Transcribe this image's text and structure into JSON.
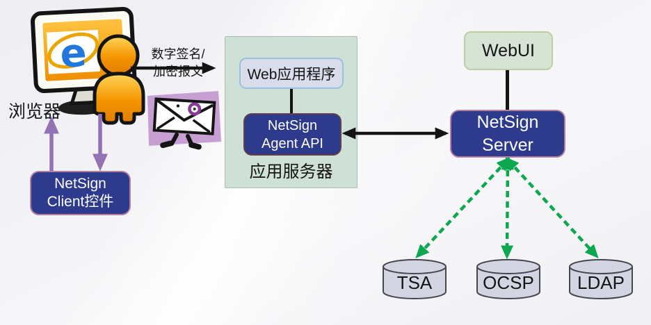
{
  "labels": {
    "browser": "浏览器",
    "flow_line1": "数字签名/",
    "flow_line2": "加密报文",
    "client_line1": "NetSign",
    "client_line2": "Client控件",
    "webapp": "Web应用程序",
    "agent_line1": "NetSign",
    "agent_line2": "Agent API",
    "app_server": "应用服务器",
    "webui": "WebUI",
    "server_line1": "NetSign",
    "server_line2": "Server"
  },
  "databases": [
    "TSA",
    "OCSP",
    "LDAP"
  ],
  "icons": {
    "monitor": "ie-browser-monitor-icon",
    "user": "user-person-icon",
    "message": "walking-envelope-icon",
    "database": "database-cylinder-icon"
  },
  "palette": {
    "node_navy": "#2e3b8c",
    "node_border_pink": "#b5809f",
    "agent_border_maroon": "#634049",
    "container_green": "#cfe0d6",
    "webapp_lavender": "#d9dcea",
    "webui_green": "#d7e3d5",
    "cylinder_gray": "#d3d6e2",
    "arrow_green": "#0ca74f",
    "arrow_purple": "#9372b4",
    "arrow_black": "#141414"
  }
}
